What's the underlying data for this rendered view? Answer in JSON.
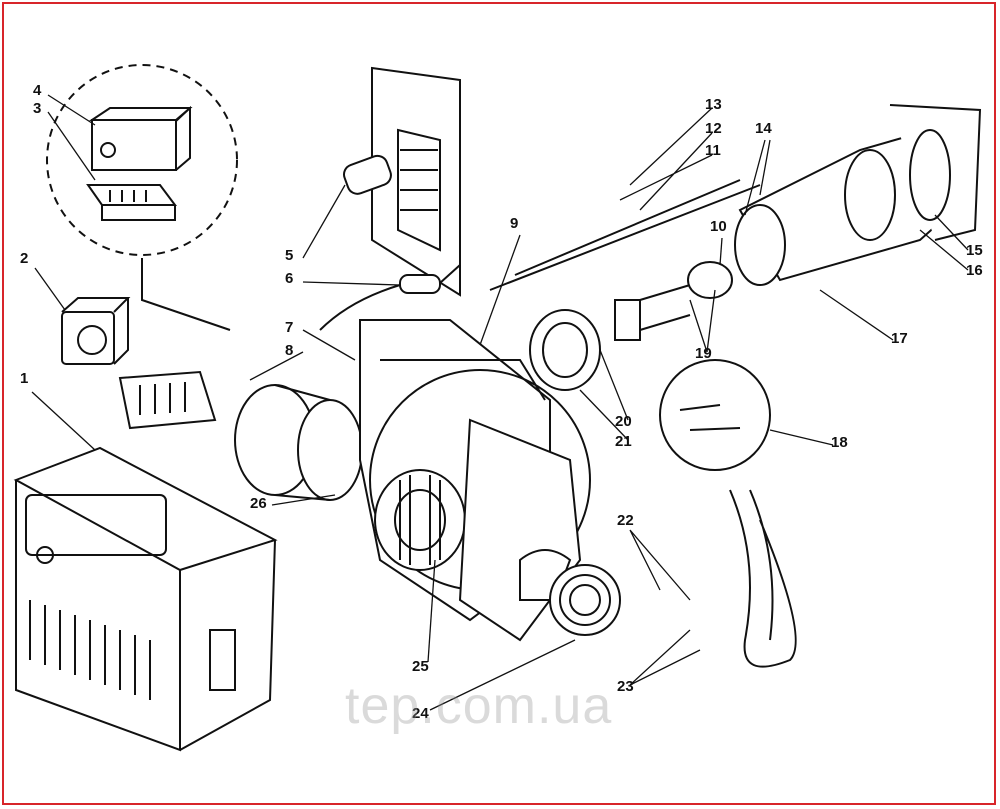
{
  "diagram": {
    "type": "exploded-parts-view",
    "labels": [
      "1",
      "2",
      "3",
      "4",
      "5",
      "6",
      "7",
      "8",
      "9",
      "10",
      "11",
      "12",
      "13",
      "14",
      "15",
      "16",
      "17",
      "18",
      "19",
      "20",
      "21",
      "22",
      "23",
      "24",
      "25",
      "26"
    ],
    "watermark": "tep.com.ua",
    "colors": {
      "frame": "#d8252a",
      "line": "#111111",
      "watermark": "#969696"
    }
  }
}
